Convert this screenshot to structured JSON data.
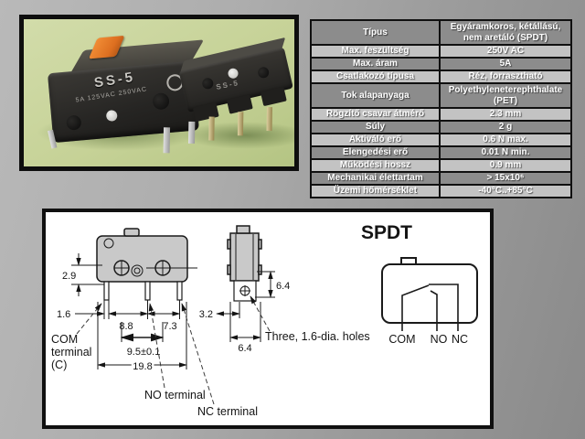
{
  "colors": {
    "accent_orange": "#e2752a",
    "photo_green": "#c6d297",
    "table_dark_row": "#8c8c8c",
    "table_light_row": "#c3c3c3",
    "drawing_gray": "#c9c9c9"
  },
  "photo": {
    "switch_model": "SS-5",
    "switch_rating": "5A 125VAC 250VAC"
  },
  "spec_table": {
    "rows": [
      {
        "label": "Típus",
        "value": "Egyáramkoros, kétállású, nem aretáló (SPDT)"
      },
      {
        "label": "Max. feszültség",
        "value": "250V AC"
      },
      {
        "label": "Max. áram",
        "value": "5A"
      },
      {
        "label": "Csatlakozó típusa",
        "value": "Réz, forrasztható"
      },
      {
        "label": "Tok alapanyaga",
        "value": "Polyethyleneterephthalate (PET)"
      },
      {
        "label": "Rögzítő csavar átmérő",
        "value": "2.3 mm"
      },
      {
        "label": "Súly",
        "value": "2 g"
      },
      {
        "label": "Aktiváló erő",
        "value": "0.6 N max."
      },
      {
        "label": "Elengedési erő",
        "value": "0.01 N min."
      },
      {
        "label": "Működési hossz",
        "value": "0.9 mm"
      },
      {
        "label": "Mechanikai élettartam",
        "value": "> 15x10⁶"
      },
      {
        "label": "Üzemi hőmérséklet",
        "value": "-40°C..+85°C"
      }
    ]
  },
  "drawing": {
    "title": "SPDT",
    "dims": {
      "pin_height": "2.9",
      "pin_width": "1.6",
      "pitch_com_no": "8.8",
      "pitch_no_nc": "7.3",
      "mount_pitch": "9.5±0.1",
      "body_width": "19.8",
      "side_pin_offset": "3.2",
      "side_height": "6.4",
      "side_width": "6.4"
    },
    "labels": {
      "com_line1": "COM",
      "com_line2": "terminal",
      "com_line3": "(C)",
      "no_terminal": "NO terminal",
      "nc_terminal": "NC terminal",
      "holes_note": "Three, 1.6-dia. holes",
      "circuit_com": "COM",
      "circuit_no": "NO",
      "circuit_nc": "NC"
    }
  }
}
